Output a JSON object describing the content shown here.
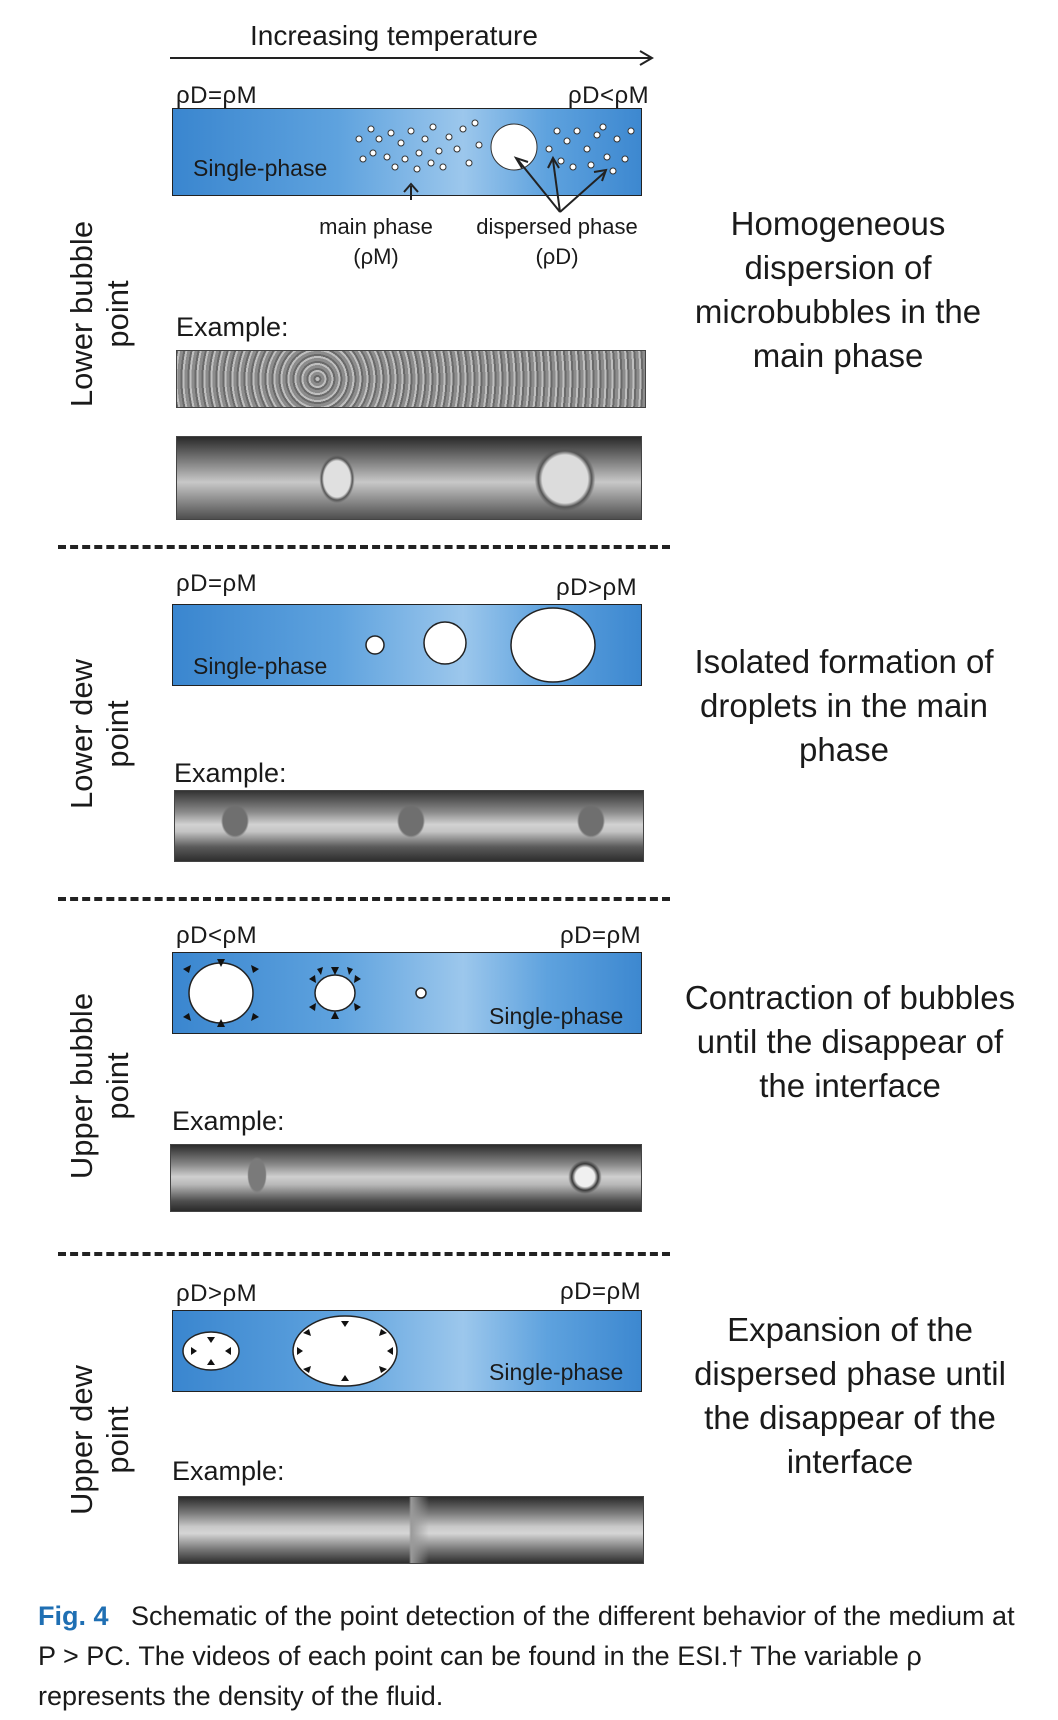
{
  "header": {
    "axis_label": "Increasing temperature"
  },
  "panels": [
    {
      "title_line1": "Lower bubble",
      "title_line2": "point",
      "rho_left": "ρD=ρM",
      "rho_right": "ρD<ρM",
      "single_phase": "Single-phase",
      "main_phase_label": "main phase",
      "main_phase_symbol": "(ρM)",
      "dispersed_phase_label": "dispersed phase",
      "dispersed_phase_symbol": "(ρD)",
      "example": "Example:",
      "description": "Homogeneous dispersion of microbubbles in the main phase"
    },
    {
      "title_line1": "Lower dew",
      "title_line2": "point",
      "rho_left": "ρD=ρM",
      "rho_right": "ρD>ρM",
      "single_phase": "Single-phase",
      "example": "Example:",
      "description": "Isolated formation of droplets in the main phase"
    },
    {
      "title_line1": "Upper bubble",
      "title_line2": "point",
      "rho_left": "ρD<ρM",
      "rho_right": "ρD=ρM",
      "single_phase": "Single-phase",
      "example": "Example:",
      "description": "Contraction of bubbles until the disappear of the interface"
    },
    {
      "title_line1": "Upper dew",
      "title_line2": "point",
      "rho_left": "ρD>ρM",
      "rho_right": "ρD=ρM",
      "single_phase": "Single-phase",
      "example": "Example:",
      "description": "Expansion of the dispersed phase until the disappear of the interface"
    }
  ],
  "caption": {
    "label": "Fig. 4",
    "text": "Schematic of the point detection of the different behavior of the medium at P > PC. The videos of each point can be found in the ESI.† The variable ρ represents the density of the fluid."
  },
  "colors": {
    "tube_blue": "#3a86cf",
    "caption_label": "#1f6fb3"
  }
}
